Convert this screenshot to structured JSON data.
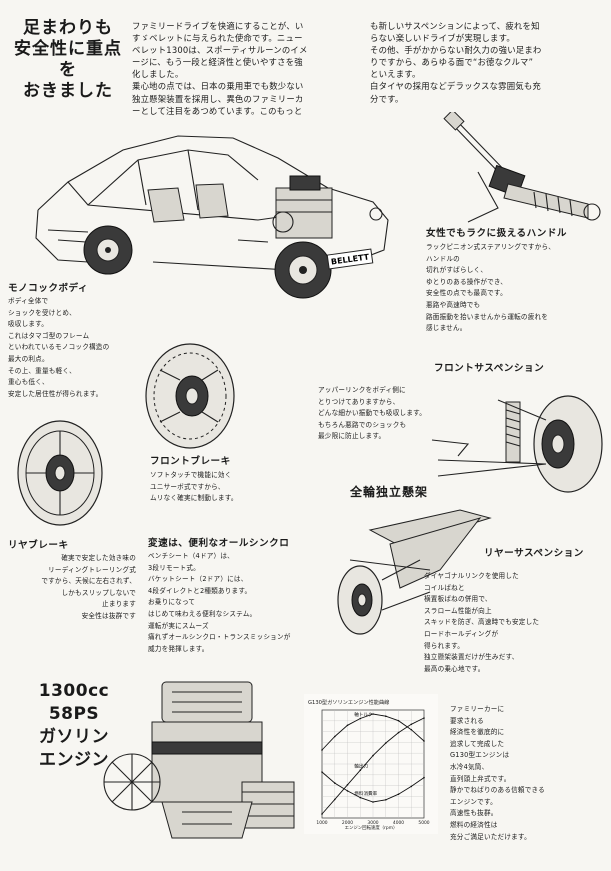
{
  "headline": {
    "lines": [
      "足まわりも",
      "安全性に重点を",
      "おきました"
    ]
  },
  "intro": {
    "col1": [
      "ファミリードライブを快適にすることが、い",
      "すゞベレットに与えられた使命です。ニュー",
      "ベレット1300は、スポーティサルーンのイメ",
      "ージに、もう一段と経済性と使いやすさを強",
      "化しました。",
      "乗心地の点では、日本の乗用車でも数少ない",
      "独立懸架装置を採用し、異色のファミリーカ",
      "ーとして注目をあつめています。このもっと"
    ],
    "col2": [
      "も新しいサスペンションによって、疲れを知",
      "らない楽しいドライブが実現します。",
      "その他、手がかからない耐久力の強い足まわ",
      "りですから、あらゆる面で“お徳なクルマ”",
      "といえます。",
      "白タイヤの採用などデラックスな雰囲気も充",
      "分です。"
    ]
  },
  "steering": {
    "title": "女性でもラクに扱えるハンドル",
    "lines": [
      "ラックピニオン式ステアリングですから、",
      "ハンドルの",
      "切れがすばらしく、",
      "ゆとりのある操作ができ、",
      "安全性の点でも最高です。",
      "悪路や高速時でも",
      "路面振動を拾いませんから運転の疲れを",
      "感じません。"
    ]
  },
  "monocoque": {
    "title": "モノコックボディ",
    "lines": [
      "ボディ全体で",
      "ショックを受けとめ、",
      "吸収します。",
      "これはタマゴ型のフレーム",
      "といわれているモノコック構造の",
      "最大の利点。",
      "その上、重量も軽く、",
      "重心も低く、",
      "安定した居住性が得られます。"
    ]
  },
  "car_badge": "BELLETT",
  "front_suspension": {
    "title": "フロントサスペンション",
    "lines": [
      "アッパーリンクをボディ側に",
      "とりつけてありますから、",
      "どんな細かい振動でも吸収します。",
      "もちろん悪路でのショックも",
      "最少限に防止します。"
    ]
  },
  "front_brake": {
    "title": "フロントブレーキ",
    "lines": [
      "ソフトタッチで機能に効く",
      "ユニサーボ式ですから、",
      "ムリなく確実に制動します。"
    ]
  },
  "independent_label": "全輪独立懸架",
  "rear_brake": {
    "title": "リヤブレーキ",
    "lines": [
      "確実で安定した効き味の",
      "リーディングトレーリング式",
      "ですから、天候に左右されず、",
      "しかもスリップしないで",
      "止まります",
      "安全性は抜群です"
    ]
  },
  "transmission": {
    "title": "変速は、便利なオールシンクロ",
    "lines": [
      "ベンチシート（4ドア）は、",
      "3段リモート式。",
      "バケットシート（2ドア）には、",
      "4段ダイレクトと2種類あります。",
      "お乗りになって",
      "はじめて味わえる便利なシステム。",
      "運転が実にスムーズ",
      "痛れずオールシンクロ・トランスミッションが",
      "威力を発揮します。"
    ]
  },
  "rear_suspension": {
    "title": "リヤーサスペンション",
    "lines": [
      "ダイヤゴナルリンクを使用した",
      "コイルばねと",
      "横置板ばねの併用で、",
      "スラローム性能が向上",
      "スキッドを防ぎ、高速時でも安定した",
      "ロードホールディングが",
      "得られます。",
      "独立懸架装置だけが生みだす、",
      "最高の乗心地です。"
    ]
  },
  "engine": {
    "headline": [
      "1300cc",
      "58PS",
      "ガソリン",
      "エンジン"
    ],
    "lines": [
      "ファミリーカーに",
      "要求される",
      "経済性を徹底的に",
      "追求して完成した",
      "G130型エンジンは",
      "水冷4気筒、",
      "直列頭上弁式です。",
      "静かでねばりのある信頼できる",
      "エンジンです。",
      "高速性も抜群。",
      "燃料の経済性は",
      "充分ご満足いただけます。"
    ]
  },
  "chart_data": {
    "type": "line",
    "title": "G130型ガソリンエンジン性能曲線",
    "xlabel": "エンジン回転速度（rpm）",
    "x": [
      1000,
      1500,
      2000,
      2500,
      3000,
      3500,
      4000,
      4500,
      5000
    ],
    "x_ticks": [
      "1000",
      "2000",
      "3000",
      "4000",
      "5000"
    ],
    "xlim": [
      1000,
      5000
    ],
    "series": [
      {
        "name": "軸トルク",
        "values": [
          8.6,
          9.2,
          9.7,
          10.0,
          10.2,
          10.1,
          9.9,
          9.5,
          9.0
        ]
      },
      {
        "name": "軸出力",
        "values": [
          12,
          19,
          26,
          33,
          40,
          46,
          51,
          55,
          58
        ]
      },
      {
        "name": "燃料消費率",
        "values": [
          255,
          245,
          238,
          232,
          228,
          230,
          235,
          242,
          250
        ]
      }
    ],
    "grid": true
  }
}
